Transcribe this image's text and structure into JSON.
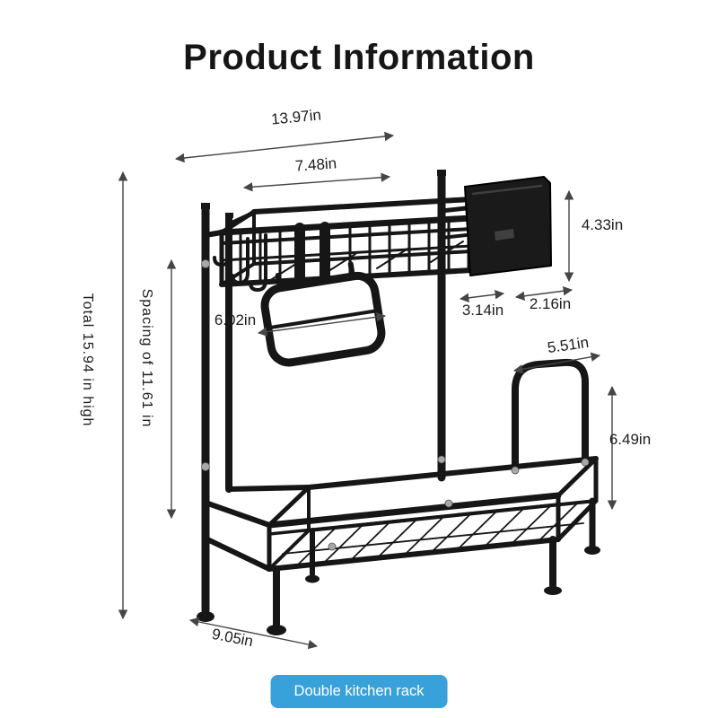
{
  "title": "Product Information",
  "badge": {
    "label": "Double kitchen rack",
    "bg_color": "#38A1DA",
    "text_color": "#FFFFFF"
  },
  "dimensions": {
    "top_width": "13.97in",
    "inner_width": "7.48in",
    "basket_height": "4.33in",
    "holder_depth": "3.14in",
    "holder_width": "2.16in",
    "board_width": "6.02in",
    "rail_width": "5.51in",
    "rail_height": "6.49in",
    "total_height": "Total 15.94 in high",
    "tier_spacing": "Spacing of 11.61 in",
    "base_depth": "9.05in"
  },
  "colors": {
    "rack_frame": "#161616",
    "dimension_lines": "#454545",
    "badge_blue": "#38A1DA"
  }
}
